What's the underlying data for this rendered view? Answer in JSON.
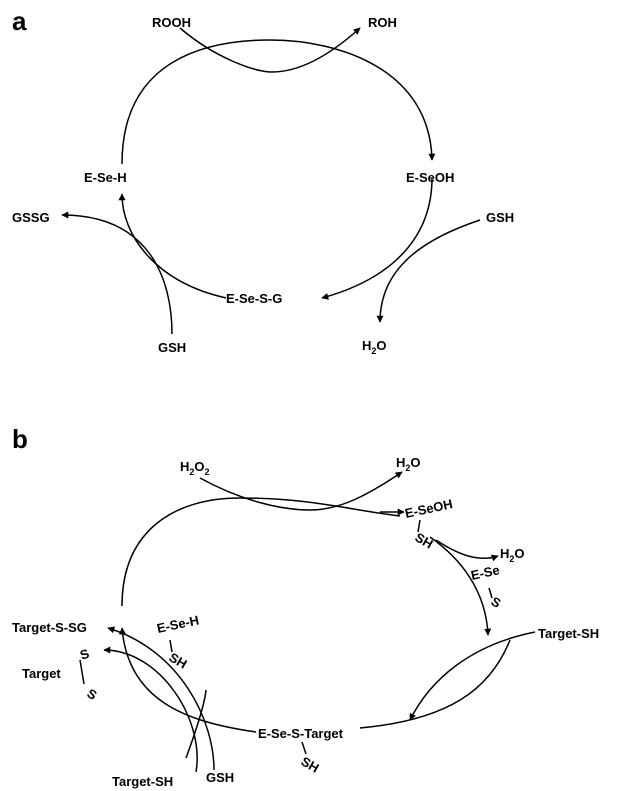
{
  "panel_a": {
    "letter": "a",
    "top_in": "ROOH",
    "top_out": "ROH",
    "node_left": "E-Se-H",
    "node_right": "E-SeOH",
    "node_bottom": "E-Se-S-G",
    "gssg": "GSSG",
    "gsh_right": "GSH",
    "gsh_bottom": "GSH",
    "water": {
      "main": "H",
      "sub": "2",
      "end": "O"
    }
  },
  "panel_b": {
    "letter": "b",
    "h2o2": {
      "main": "H",
      "sub1": "2",
      "mid": "O",
      "sub2": "2"
    },
    "water_top": {
      "main": "H",
      "sub": "2",
      "end": "O"
    },
    "water_mid": {
      "main": "H",
      "sub": "2",
      "end": "O"
    },
    "node_seoh": "E-SeOH",
    "node_seoh_sh": "SH",
    "node_ese": "E-Se",
    "node_ese_s": "S",
    "node_left": "E-Se-H",
    "node_left_sh": "SH",
    "node_bottom": "E-Se-S-Target",
    "node_bottom_sh": "SH",
    "target_sh_right": "Target-SH",
    "target_ssg": "Target-S-SG",
    "target": "Target",
    "target_s1": "S",
    "target_s2": "S",
    "target_sh_bottom": "Target-SH",
    "gsh": "GSH"
  }
}
